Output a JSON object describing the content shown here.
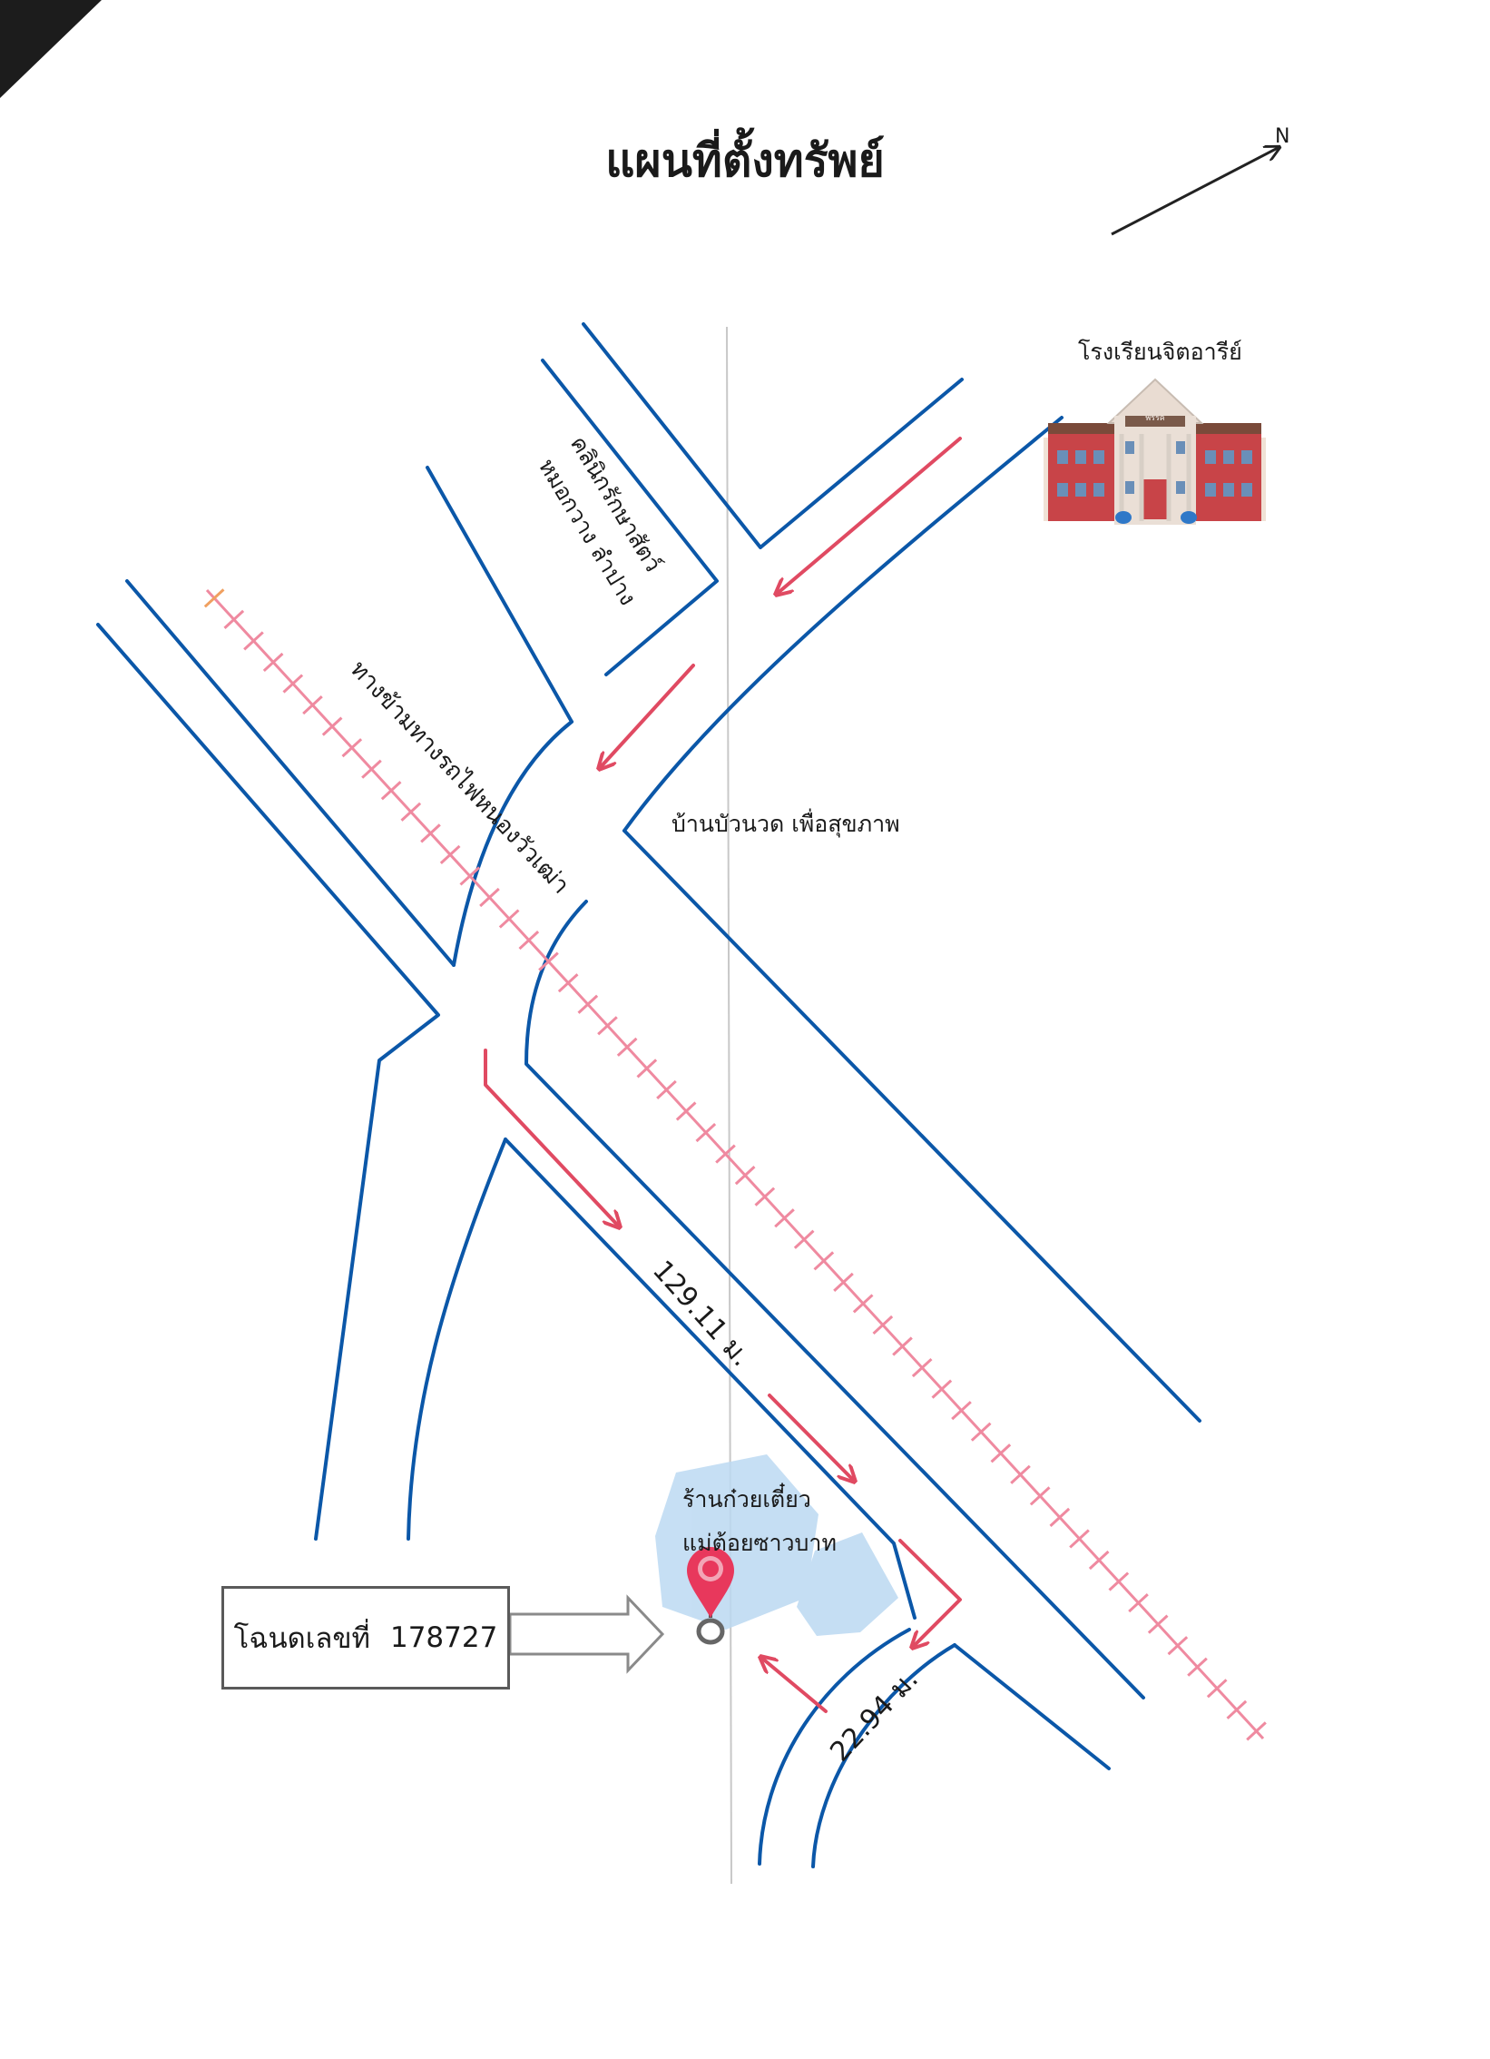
{
  "title": "แผนที่ตั้งทรัพย์",
  "compass": {
    "label": "N"
  },
  "landmarks": {
    "school": "โรงเรียนจิตอารีย์",
    "school_sign": "พรรค",
    "clinic_line1": "คลินิกรักษาสัตว์",
    "clinic_line2": "หมอกวาง ลำปาง",
    "railway_crossing": "ทางข้ามทางรถไฟหนองวัวเฒ่า",
    "massage": "บ้านบัวนวด เพื่อสุขภาพ",
    "noodle_shop_line1": "ร้านก๋วยเตี๋ยว",
    "noodle_shop_line2": "แม่ต้อยซาวบาท"
  },
  "distances": {
    "main_road": "129.11 ม.",
    "side_road": "22.94 ม."
  },
  "deed": {
    "label": "โฉนดเลขที่",
    "number": "178727"
  },
  "colors": {
    "road": "#0b57a8",
    "route_arrow": "#e04a62",
    "railway": "#ef8aa0",
    "pin": "#e8385c",
    "block": "#bcd9f2"
  },
  "icons": [
    "compass-arrow-icon",
    "school-building-icon",
    "location-pin-icon"
  ]
}
